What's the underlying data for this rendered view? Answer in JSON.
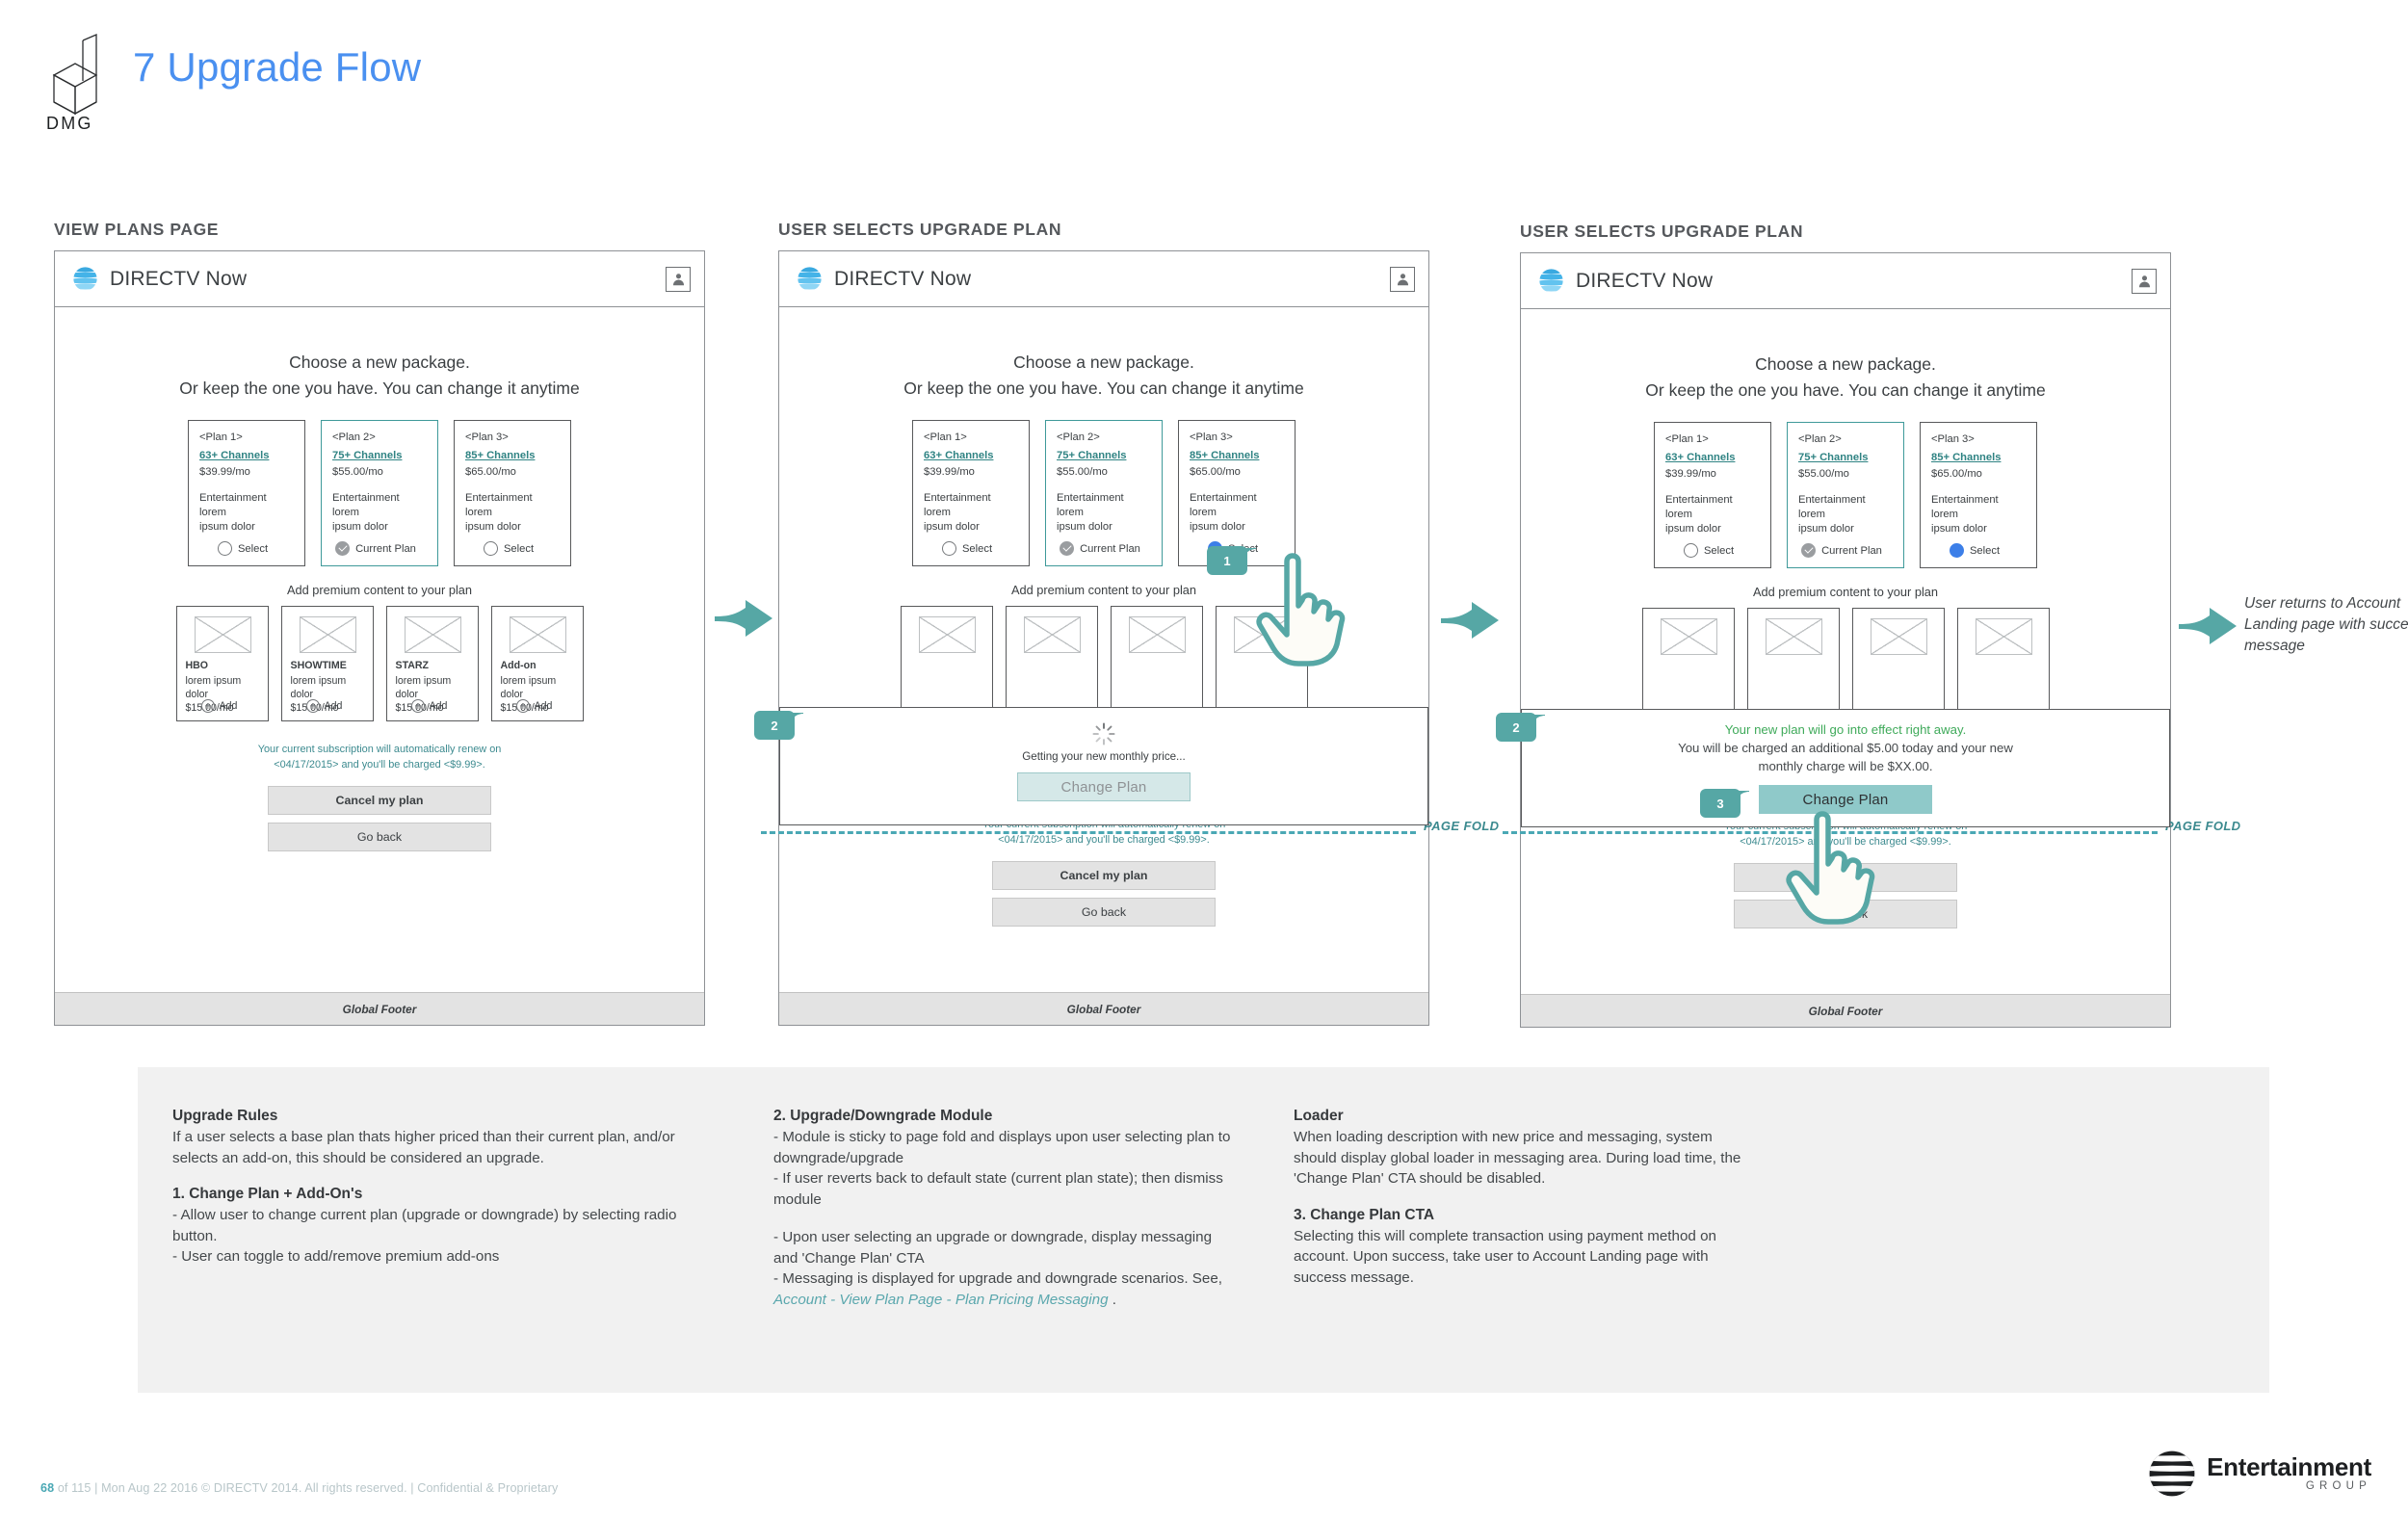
{
  "header": {
    "logo_label": "DMG",
    "title": "7 Upgrade Flow",
    "title_color": "#4a90f0"
  },
  "sections": [
    {
      "caption": "VIEW PLANS PAGE"
    },
    {
      "caption": "USER SELECTS UPGRADE PLAN"
    },
    {
      "caption": "USER SELECTS UPGRADE PLAN"
    }
  ],
  "screen": {
    "brand": "DIRECTV Now",
    "headline_line1": "Choose a new package.",
    "headline_line2": "Or keep the one you have. You can change it anytime",
    "addon_heading": "Add premium content to your plan",
    "renew_line1": "Your current subscription will automatically renew on",
    "renew_line2": "<04/17/2015> and you'll be charged <$9.99>.",
    "cancel_label": "Cancel my plan",
    "cancel_label_short": "Cancel",
    "goback_label": "Go back",
    "global_footer": "Global Footer"
  },
  "plans": [
    {
      "name": "<Plan 1>",
      "channels": "63+ Channels",
      "price": "$39.99/mo",
      "desc_line1": "Entertainment lorem",
      "desc_line2": "ipsum dolor",
      "select_label": "Select"
    },
    {
      "name": "<Plan 2>",
      "channels": "75+ Channels",
      "price": "$55.00/mo",
      "desc_line1": "Entertainment lorem",
      "desc_line2": "ipsum dolor",
      "select_label": "Current Plan"
    },
    {
      "name": "<Plan 3>",
      "channels": "85+ Channels",
      "price": "$65.00/mo",
      "desc_line1": "Entertainment lorem",
      "desc_line2": "ipsum dolor",
      "select_label": "Select"
    }
  ],
  "addons": [
    {
      "title": "HBO",
      "desc": "lorem ipsum dolor",
      "price": "$15.00/mo",
      "add_label": "Add"
    },
    {
      "title": "SHOWTIME",
      "desc": "lorem ipsum dolor",
      "price": "$15.00/mo",
      "add_label": "Add"
    },
    {
      "title": "STARZ",
      "desc": "lorem ipsum dolor",
      "price": "$15.00/mo",
      "add_label": "Add"
    },
    {
      "title": "Add-on",
      "desc": "lorem ipsum dolor",
      "price": "$15.00/mo",
      "add_label": "Add"
    }
  ],
  "module": {
    "loader_text": "Getting your new monthly price...",
    "cta_disabled_label": "Change Plan",
    "cta_active_label": "Change Plan",
    "success_green": "Your new plan will go into effect right away.",
    "success_gray_line1": "You will be charged an additional $5.00 today and your new",
    "success_gray_line2": "monthly charge will be  $XX.00."
  },
  "callouts": {
    "one": "1",
    "two": "2",
    "three": "3"
  },
  "fold_label": "PAGE FOLD",
  "flow_note": "User returns to Account Landing page with success message",
  "notes": {
    "col1": {
      "h1": "Upgrade Rules",
      "p1": "If a user selects a base plan thats higher priced than their current plan, and/or selects an add-on, this should be considered an upgrade.",
      "h2": "1. Change Plan + Add-On's",
      "p2": "- Allow user to change current plan (upgrade or downgrade) by selecting radio button.\n- User can toggle to add/remove premium add-ons"
    },
    "col2": {
      "h1": "2. Upgrade/Downgrade Module",
      "p1": "- Module is sticky to page fold and displays upon user selecting plan to downgrade/upgrade\n- If user reverts back to default state (current plan state); then dismiss module",
      "p2_pre": "- Upon user selecting an upgrade or downgrade, display messaging and 'Change Plan' CTA\n- Messaging is displayed for upgrade and downgrade scenarios. See, ",
      "p2_link": "Account - View Plan Page - Plan Pricing Messaging",
      "p2_post": " ."
    },
    "col3": {
      "h1": "Loader",
      "p1": "When loading description with new price and messaging, system should display global loader in messaging area. During load time, the 'Change Plan' CTA should be disabled.",
      "h2": "3. Change Plan CTA",
      "p2": "Selecting this will complete transaction using payment method on account. Upon success, take user to Account Landing page with success message."
    }
  },
  "footer": {
    "page_num": "68",
    "page_of": " of 115  |  ",
    "copyright": "Mon Aug 22 2016 © DIRECTV 2014. All rights reserved.  |  ",
    "confidential": "Confidential & Proprietary",
    "eg_main": "Entertainment",
    "eg_sub": "GROUP"
  },
  "colors": {
    "teal": "#56a7a5",
    "green": "#3faa5a",
    "link_teal": "#2f8383",
    "blue": "#3c7fe8"
  }
}
